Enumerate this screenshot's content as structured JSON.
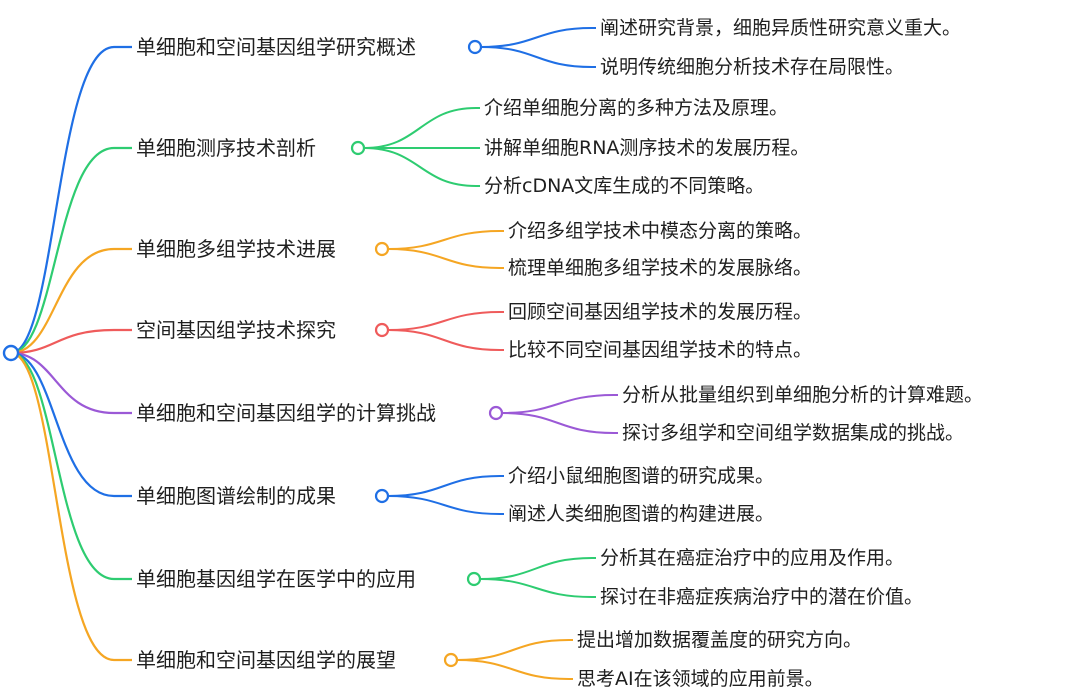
{
  "colors": {
    "blue": "#1f6fe5",
    "green": "#2ecc71",
    "orange": "#f5a623",
    "red": "#ef5b5b",
    "purple": "#9b59d6",
    "text": "#1f1f1f"
  },
  "root": {
    "label": ""
  },
  "branches": [
    {
      "label": "单细胞和空间基因组学研究概述",
      "color": "blue",
      "children": [
        "阐述研究背景，细胞异质性研究意义重大。",
        "说明传统细胞分析技术存在局限性。"
      ]
    },
    {
      "label": "单细胞测序技术剖析",
      "color": "green",
      "children": [
        "介绍单细胞分离的多种方法及原理。",
        "讲解单细胞RNA测序技术的发展历程。",
        "分析cDNA文库生成的不同策略。"
      ]
    },
    {
      "label": "单细胞多组学技术进展",
      "color": "orange",
      "children": [
        "介绍多组学技术中模态分离的策略。",
        "梳理单细胞多组学技术的发展脉络。"
      ]
    },
    {
      "label": "空间基因组学技术探究",
      "color": "red",
      "children": [
        "回顾空间基因组学技术的发展历程。",
        "比较不同空间基因组学技术的特点。"
      ]
    },
    {
      "label": "单细胞和空间基因组学的计算挑战",
      "color": "purple",
      "children": [
        "分析从批量组织到单细胞分析的计算难题。",
        "探讨多组学和空间组学数据集成的挑战。"
      ]
    },
    {
      "label": "单细胞图谱绘制的成果",
      "color": "blue",
      "children": [
        "介绍小鼠细胞图谱的研究成果。",
        "阐述人类细胞图谱的构建进展。"
      ]
    },
    {
      "label": "单细胞基因组学在医学中的应用",
      "color": "green",
      "children": [
        "分析其在癌症治疗中的应用及作用。",
        "探讨在非癌症疾病治疗中的潜在价值。"
      ]
    },
    {
      "label": "单细胞和空间基因组学的展望",
      "color": "orange",
      "children": [
        "提出增加数据覆盖度的研究方向。",
        "思考AI在该领域的应用前景。"
      ]
    }
  ]
}
